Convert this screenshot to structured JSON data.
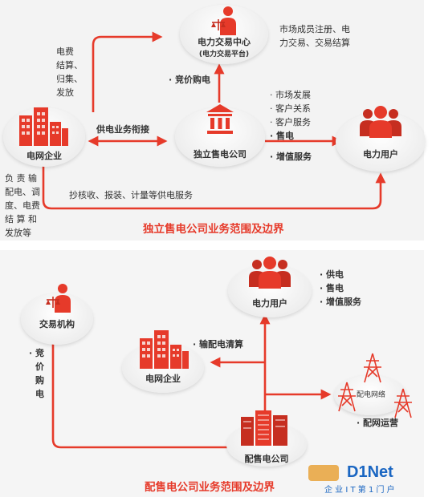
{
  "diagram_top": {
    "title": "独立售电公司业务范围及边界",
    "nodes": {
      "trading_center": {
        "label": "电力交易中心",
        "sublabel": "(电力交易平台)"
      },
      "grid": {
        "label": "电网企业"
      },
      "retail_company": {
        "label": "独立售电公司"
      },
      "user": {
        "label": "电力用户"
      }
    },
    "trading_center_services": [
      "市场成员注册、电",
      "力交易、交易结算"
    ],
    "grid_to_center": [
      "电费",
      "结算、",
      "归集、",
      "发放"
    ],
    "grid_retail_link": "供电业务衔接",
    "retail_to_center": "· 竞价购电",
    "retail_services_plain": [
      "· 市场发展",
      "· 客户关系",
      "· 客户服务"
    ],
    "retail_services_bold": [
      "· 售电",
      "· 增值服务"
    ],
    "grid_duties": [
      "负 责 输",
      "配电、调",
      "度、电费",
      "结 算 和",
      "发放等"
    ],
    "grid_to_user": "抄核收、报装、计量等供电服务"
  },
  "diagram_bottom": {
    "title": "配售电公司业务范围及边界",
    "nodes": {
      "trading_org": {
        "label": "交易机构"
      },
      "user": {
        "label": "电力用户"
      },
      "grid": {
        "label": "电网企业"
      },
      "distribution_network": {
        "label": "配电网络"
      },
      "dist_retail_company": {
        "label": "配售电公司"
      }
    },
    "user_services": [
      "· 供电",
      "· 售电",
      "· 增值服务"
    ],
    "grid_link": "· 输配电清算",
    "to_trading": [
      "· 竞",
      "价",
      "购",
      "电"
    ],
    "network_link": "· 配网运营"
  },
  "watermark": {
    "brand": "D1Net",
    "tagline": "企 业 I T 第 1 门 户"
  },
  "colors": {
    "accent": "#e63a2a",
    "panel_bg": "#f3f3f3",
    "text": "#333333"
  }
}
